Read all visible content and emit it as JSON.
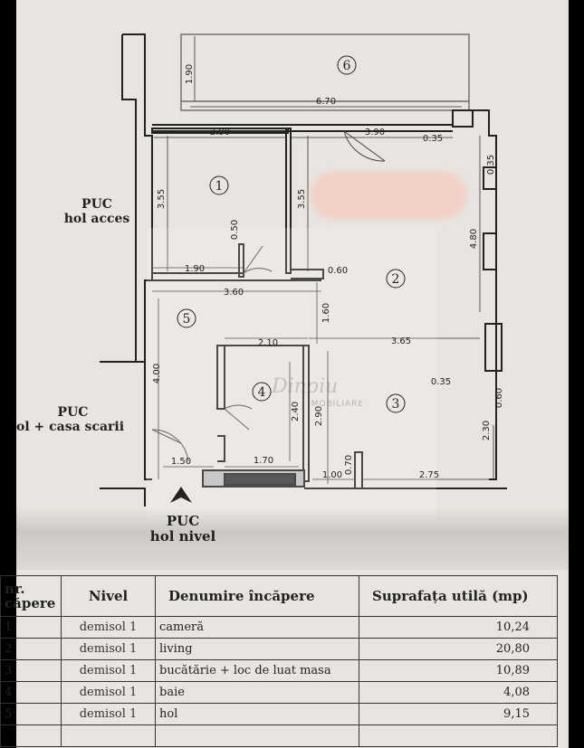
{
  "plan": {
    "rooms": [
      {
        "number": "1"
      },
      {
        "number": "2"
      },
      {
        "number": "3"
      },
      {
        "number": "4"
      },
      {
        "number": "5"
      },
      {
        "number": "6"
      }
    ],
    "dimensions": [
      "1.90",
      "6.70",
      "2.90",
      "3.90",
      "0.35",
      "0.35",
      "3.55",
      "3.55",
      "0.50",
      "4.80",
      "1.90",
      "0.60",
      "3.60",
      "1.60",
      "2.10",
      "3.65",
      "4.00",
      "0.35",
      "0.60",
      "2.40",
      "2.90",
      "2.30",
      "1.50",
      "1.70",
      "1.00",
      "0.70",
      "2.75"
    ],
    "labels": {
      "hol_acces_1": "PUC",
      "hol_acces_2": "hol acces",
      "casa_scarii_1": "PUC",
      "casa_scarii_2": "ol + casa scarii",
      "hol_nivel_1": "PUC",
      "hol_nivel_2": "hol nivel"
    },
    "watermark": {
      "name": "Dinoiu",
      "sub": "IMOBILIARE"
    }
  },
  "table": {
    "headers": [
      "nr. căpere",
      "Nivel",
      "Denumire încăpere",
      "Suprafața utilă (mp)"
    ],
    "header_nr_1": "nr.",
    "header_nr_2": "căpere",
    "rows": [
      {
        "nr": "1",
        "nivel": "demisol 1",
        "denumire": "cameră",
        "suprafata": "10,24"
      },
      {
        "nr": "2",
        "nivel": "demisol 1",
        "denumire": "living",
        "suprafata": "20,80"
      },
      {
        "nr": "3",
        "nivel": "demisol 1",
        "denumire": "bucătărie + loc de luat masa",
        "suprafata": "10,89"
      },
      {
        "nr": "4",
        "nivel": "demisol 1",
        "denumire": "baie",
        "suprafata": "4,08"
      },
      {
        "nr": "5",
        "nivel": "demisol 1",
        "denumire": "hol",
        "suprafata": "9,15"
      }
    ]
  }
}
